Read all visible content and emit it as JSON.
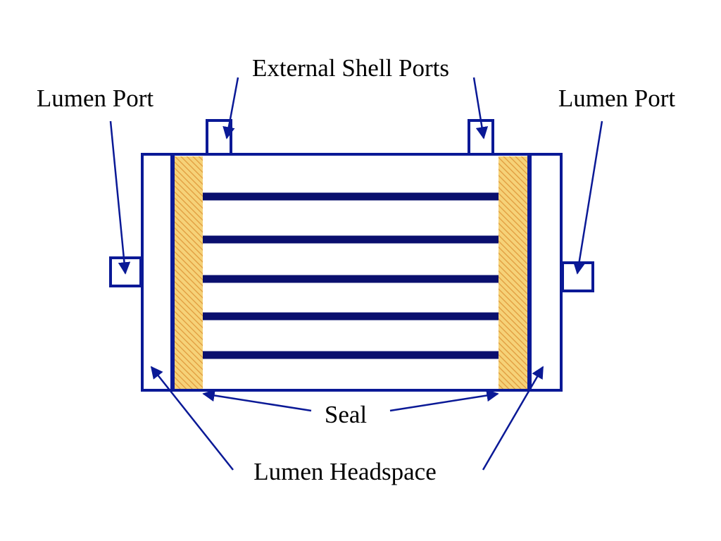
{
  "labels": {
    "external_shell_ports": "External Shell Ports",
    "lumen_port_left": "Lumen Port",
    "lumen_port_right": "Lumen Port",
    "seal": "Seal",
    "lumen_headspace": "Lumen Headspace"
  },
  "colors": {
    "outline": "#0a1996",
    "fiber": "#0a0f6e",
    "seal_fill": "#f6d278",
    "seal_hatch": "#e09a3c",
    "text": "#000000"
  },
  "fiber_count": 5
}
